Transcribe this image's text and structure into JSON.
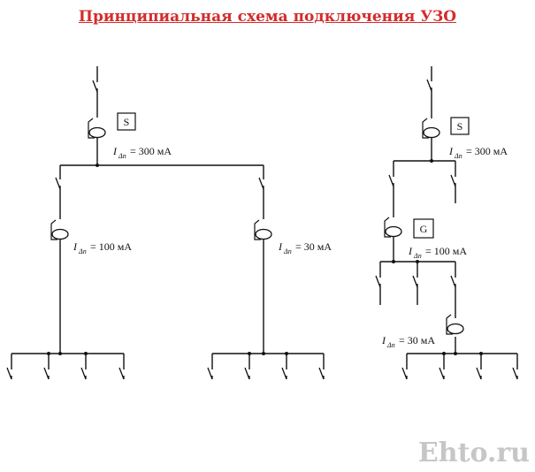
{
  "title": "Принципиальная схема подключения УЗО",
  "device_labels": {
    "main_left": "S",
    "main_right": "S",
    "group_right": "G"
  },
  "currents": {
    "main_left": "= 300 мА",
    "main_right": "= 300 мА",
    "left_branch": "= 100 мА",
    "right_branch": "= 30 мА",
    "right_group": "= 100 мА",
    "right_lower": "= 30 мА"
  },
  "current_symbol": "I",
  "current_subscript": "Δn",
  "watermark": "Ehto.ru"
}
